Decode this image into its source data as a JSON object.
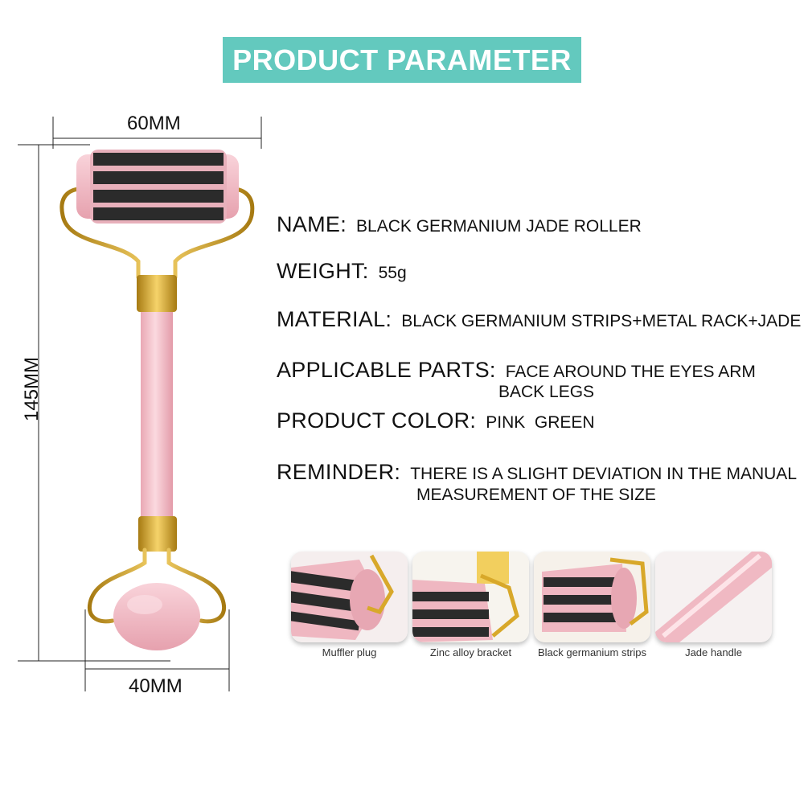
{
  "banner": {
    "title": "PRODUCT PARAMETER",
    "color": "#63c9be"
  },
  "dimensions": {
    "top_width": "60MM",
    "height": "145MM",
    "bottom_width": "40MM"
  },
  "specs": {
    "name": {
      "label": "NAME:",
      "value": "BLACK GERMANIUM JADE ROLLER"
    },
    "weight": {
      "label": "WEIGHT:",
      "value": "55g"
    },
    "material": {
      "label": "MATERIAL:",
      "value": "BLACK GERMANIUM STRIPS+METAL RACK+JADE"
    },
    "parts": {
      "label": "APPLICABLE PARTS:",
      "value_line1": "FACE AROUND THE EYES ARM",
      "value_line2": "BACK LEGS"
    },
    "color": {
      "label": "PRODUCT COLOR:",
      "value": "PINK  GREEN"
    },
    "reminder": {
      "label": "REMINDER:",
      "value_line1": "THERE IS A SLIGHT DEVIATION IN THE MANUAL",
      "value_line2": "MEASUREMENT OF THE SIZE"
    }
  },
  "details": [
    {
      "caption": "Muffler plug",
      "icon": "muffler-plug-closeup"
    },
    {
      "caption": "Zinc alloy bracket",
      "icon": "bracket-closeup"
    },
    {
      "caption": "Black germanium strips",
      "icon": "strips-closeup"
    },
    {
      "caption": "Jade handle",
      "icon": "handle-closeup"
    }
  ],
  "colors": {
    "jade_pink": "#f3c0c8",
    "gold": "#d8a82a",
    "germanium": "#2b2b2b"
  }
}
